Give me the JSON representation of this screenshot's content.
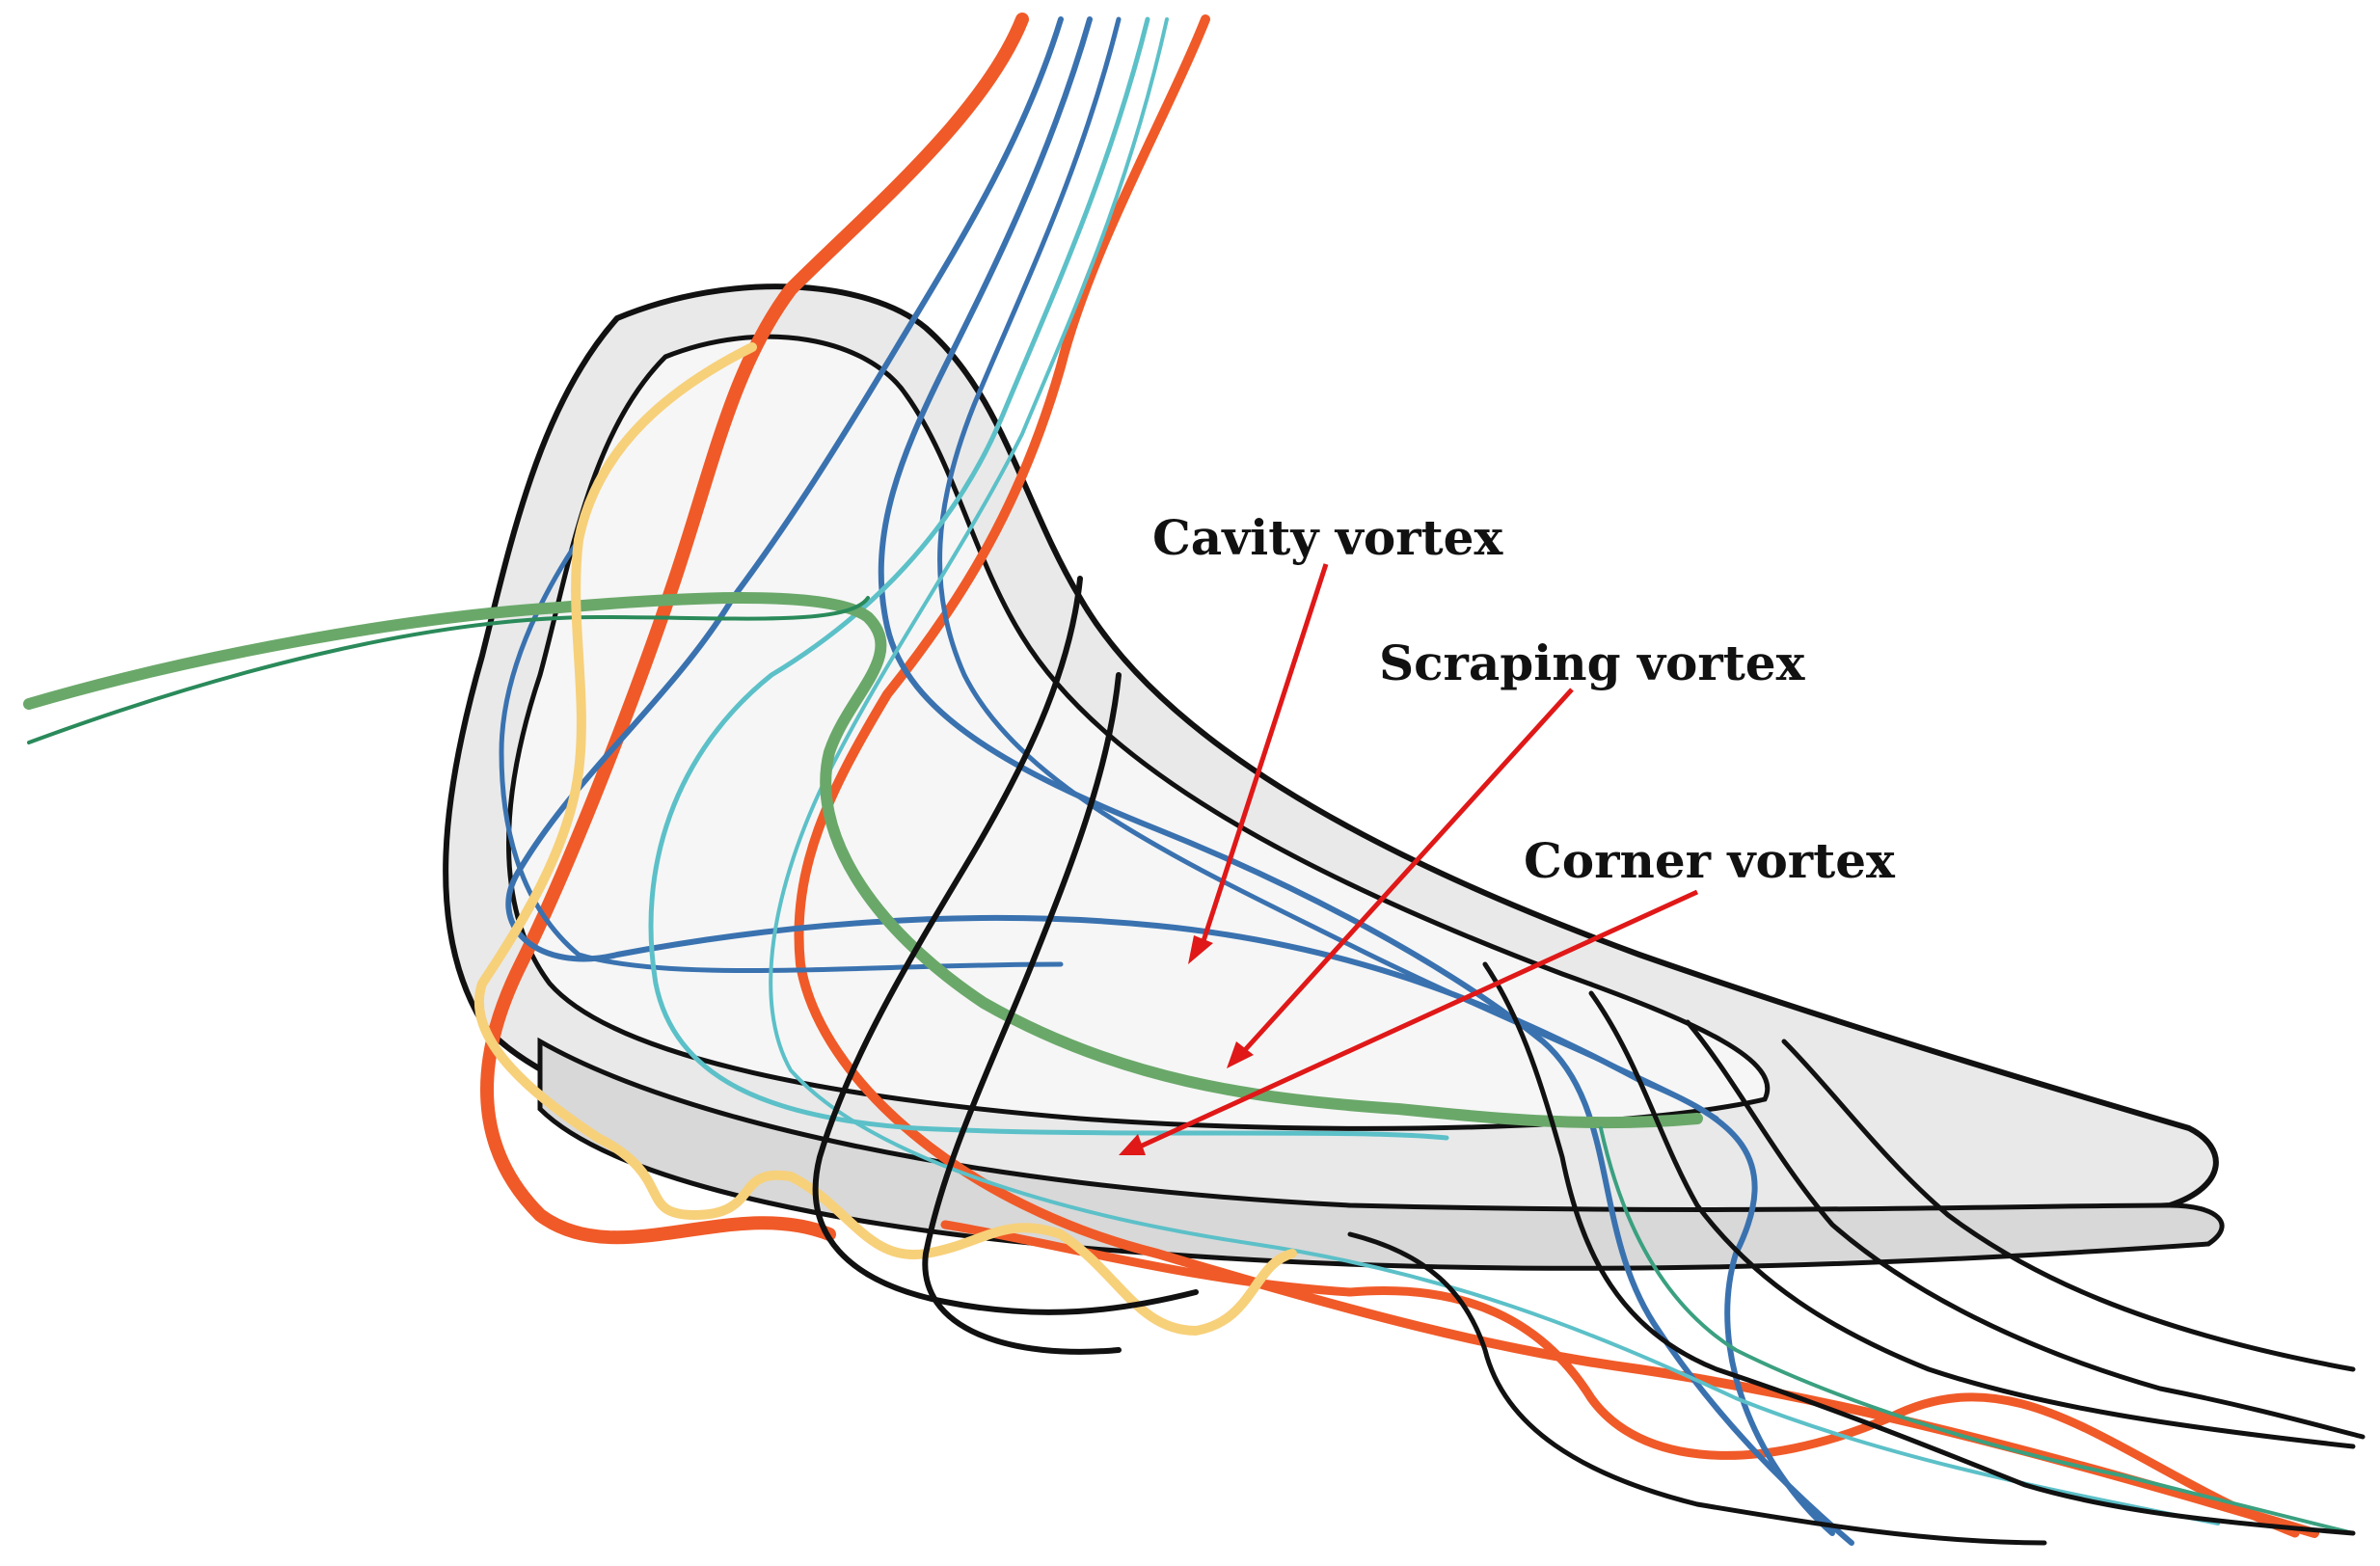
{
  "labels": {
    "cavity": "Cavity vortex",
    "scraping": "Scraping vortex",
    "corner": "Corner vortex"
  },
  "colors": {
    "arrow": "#e01818",
    "blade_fill": "#e8e8e8",
    "blade_outline": "#111111",
    "streamline_orange": "#f05a28",
    "streamline_blue": "#3a72b0",
    "streamline_teal": "#5cc0c8",
    "streamline_green": "#6aa86a",
    "streamline_yellow": "#f7d07a",
    "streamline_black": "#111111"
  }
}
